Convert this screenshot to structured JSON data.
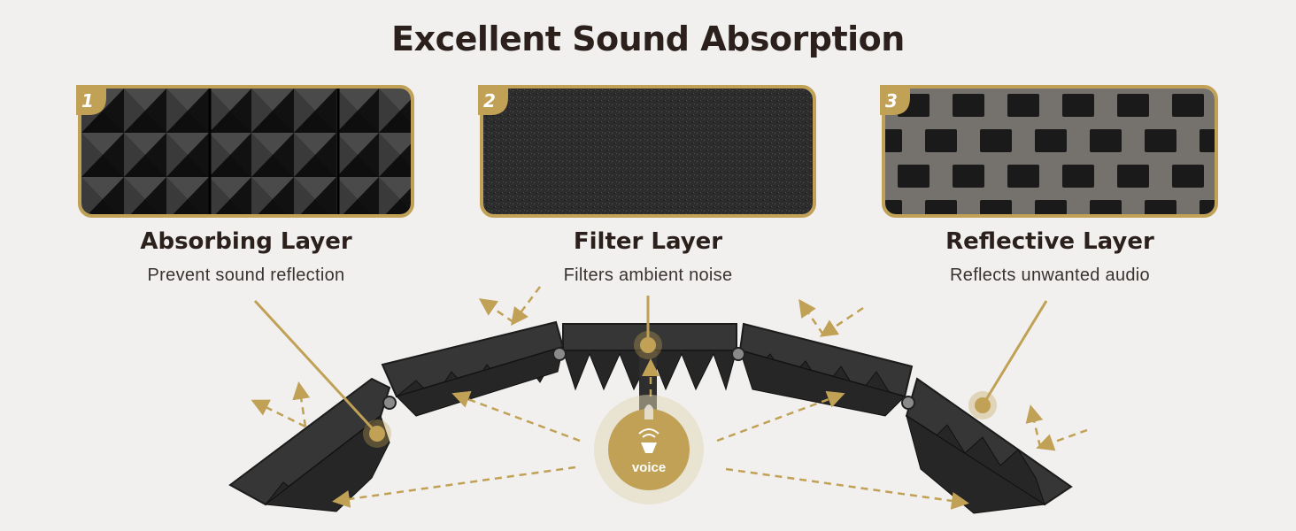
{
  "title": "Excellent Sound Absorption",
  "layers": [
    {
      "number": "1",
      "name": "Absorbing Layer",
      "description": "Prevent sound reflection"
    },
    {
      "number": "2",
      "name": "Filter Layer",
      "description": "Filters ambient noise"
    },
    {
      "number": "3",
      "name": "Reflective Layer",
      "description": "Reflects unwanted audio"
    }
  ],
  "voice_label": "voice",
  "colors": {
    "accent": "#c0a155",
    "background": "#f1f0ee",
    "foam": "#2a2a2a",
    "metal": "#6e6a66",
    "text": "#2b201c"
  },
  "icons": [
    "foam-texture",
    "felt-texture",
    "perforated-metal-texture",
    "speaker-voice-icon"
  ]
}
